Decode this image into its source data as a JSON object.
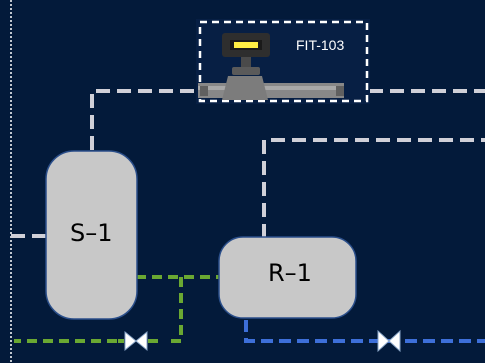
{
  "instrument": {
    "tag": "FIT-103",
    "icon": "flow-indicator-transmitter-icon",
    "display_color": "#ffee44"
  },
  "vessels": {
    "separator": {
      "label": "S–1",
      "fill": "#c8c8c8"
    },
    "reactor": {
      "label": "R–1",
      "fill": "#c8c8c8"
    }
  },
  "lines": {
    "process_color": "#d0d0d8",
    "green_color": "#6aa832",
    "blue_color": "#3d6fd9"
  },
  "valves": {
    "green_valve": "gate-valve-icon",
    "blue_valve": "gate-valve-icon"
  },
  "background": "#031a3a"
}
